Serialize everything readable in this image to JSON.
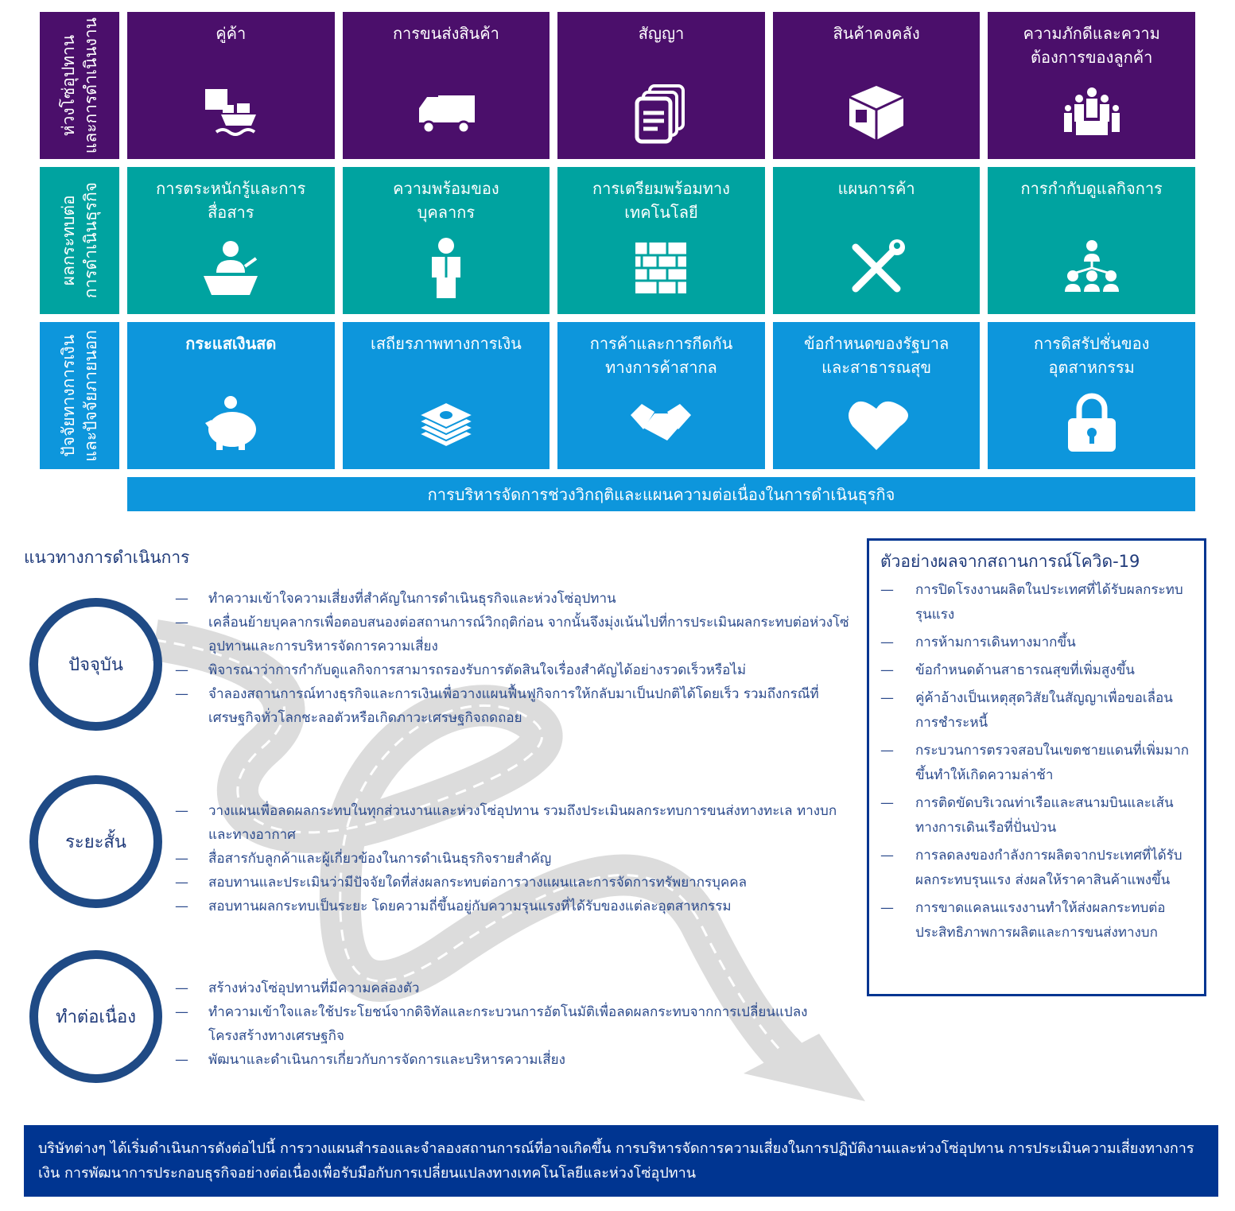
{
  "rows": [
    {
      "label": "ห่วงโซ่อุปทาน\nและการดำเนินงาน",
      "color": "#4b0f6b",
      "cells": [
        {
          "title": "คู่ค้า",
          "icon": "shipping-boxes-icon"
        },
        {
          "title": "การขนส่งสินค้า",
          "icon": "truck-icon"
        },
        {
          "title": "สัญญา",
          "icon": "documents-icon"
        },
        {
          "title": "สินค้าคงคลัง",
          "icon": "box-icon"
        },
        {
          "title": "ความภักดีและความ\nต้องการของลูกค้า",
          "icon": "people-group-icon"
        }
      ]
    },
    {
      "label": "ผลกระทบต่อ\nการดำเนินธุรกิจ",
      "color": "#00a3a0",
      "cells": [
        {
          "title": "การตระหนักรู้และการ\nสื่อสาร",
          "icon": "speaker-podium-icon"
        },
        {
          "title": "ความพร้อมของ\nบุคลากร",
          "icon": "businessman-icon"
        },
        {
          "title": "การเตรียมพร้อมทาง\nเทคโนโลยี",
          "icon": "firewall-icon"
        },
        {
          "title": "แผนการค้า",
          "icon": "tools-icon"
        },
        {
          "title": "การกำกับดูแลกิจการ",
          "icon": "org-chart-icon"
        }
      ]
    },
    {
      "label": "ปัจจัยทางการเงิน\nและปัจจัยภายนอก",
      "color": "#0d96dc",
      "cells": [
        {
          "title": "กระแสเงินสด",
          "icon": "piggy-bank-icon"
        },
        {
          "title": "เสถียรภาพทางการเงิน",
          "icon": "money-stack-icon"
        },
        {
          "title": "การค้าและการกีดกัน\nทางการค้าสากล",
          "icon": "handshake-icon"
        },
        {
          "title": "ข้อกำหนดของรัฐบาล\nและสาธารณสุข",
          "icon": "heart-icon"
        },
        {
          "title": "การดิสรัปชั่นของ\nอุตสาหกรรม",
          "icon": "lock-icon"
        }
      ]
    }
  ],
  "banner": "การบริหารจัดการช่วงวิกฤติและแผนความต่อเนื่องในการดำเนินธุรกิจ",
  "approach": {
    "title": "แนวทางการดำเนินการ",
    "dash": "—",
    "phases": [
      {
        "name": "ปัจจุบัน",
        "items": [
          "ทำความเข้าใจความเสี่ยงที่สำคัญในการดำเนินธุรกิจและห่วงโซ่อุปทาน",
          "เคลื่อนย้ายบุคลากรเพื่อตอบสนองต่อสถานการณ์วิกฤติก่อน จากนั้นจึงมุ่งเน้นไปที่การประเมินผลกระทบต่อห่วงโซ่อุปทานและการบริหารจัดการความเสี่ยง",
          "พิจารณาว่าการกำกับดูแลกิจการสามารถรองรับการตัดสินใจเรื่องสำคัญได้อย่างรวดเร็วหรือไม่",
          "จำลองสถานการณ์ทางธุรกิจและการเงินเพื่อวางแผนฟื้นฟูกิจการให้กลับมาเป็นปกติได้โดยเร็ว รวมถึงกรณีที่เศรษฐกิจทั่วโลกชะลอตัวหรือเกิดภาวะเศรษฐกิจถดถอย"
        ]
      },
      {
        "name": "ระยะสั้น",
        "items": [
          "วางแผนเพื่อลดผลกระทบในทุกส่วนงานและห่วงโซ่อุปทาน รวมถึงประเมินผลกระทบการขนส่งทางทะเล ทางบกและทางอากาศ",
          "สื่อสารกับลูกค้าและผู้เกี่ยวข้องในการดำเนินธุรกิจรายสำคัญ",
          "สอบทานและประเมินว่ามีปัจจัยใดที่ส่งผลกระทบต่อการวางแผนและการจัดการทรัพยากรบุคคล",
          "สอบทานผลกระทบเป็นระยะ โดยความถี่ขึ้นอยู่กับความรุนแรงที่ได้รับของแต่ละอุตสาหกรรม"
        ]
      },
      {
        "name": "ทำต่อเนื่อง",
        "items": [
          "สร้างห่วงโซ่อุปทานที่มีความคล่องตัว",
          "ทำความเข้าใจและใช้ประโยชน์จากดิจิทัลและกระบวนการอัตโนมัติเพื่อลดผลกระทบจากการเปลี่ยนแปลงโครงสร้างทางเศรษฐกิจ",
          "พัฒนาและดำเนินการเกี่ยวกับการจัดการและบริหารความเสี่ยง"
        ]
      }
    ]
  },
  "covid": {
    "title": "ตัวอย่างผลจากสถานการณ์โควิด-19",
    "items": [
      "การปิดโรงงานผลิตในประเทศที่ได้รับผลกระทบรุนแรง",
      "การห้ามการเดินทางมากขึ้น",
      "ข้อกำหนดด้านสาธารณสุขที่เพิ่มสูงขึ้น",
      "คู่ค้าอ้างเป็นเหตุสุดวิสัยในสัญญาเพื่อขอเลื่อนการชำระหนี้",
      "กระบวนการตรวจสอบในเขตชายแดนที่เพิ่มมากขึ้นทำให้เกิดความล่าช้า",
      "การติดขัดบริเวณท่าเรือและสนามบินและเส้นทางการเดินเรือที่ปั่นป่วน",
      "การลดลงของกำลังการผลิตจากประเทศที่ได้รับผลกระทบรุนแรง ส่งผลให้ราคาสินค้าแพงขึ้น",
      "การขาดแคลนแรงงานทำให้ส่งผลกระทบต่อประสิทธิภาพการผลิตและการขนส่งทางบก"
    ]
  },
  "footer": "บริษัทต่างๆ ได้เริ่มดำเนินการดังต่อไปนี้ การวางแผนสำรองและจำลองสถานการณ์ที่อาจเกิดขึ้น การบริหารจัดการความเสี่ยงในการปฏิบัติงานและห่วงโซ่อุปทาน การประเมินความเสี่ยงทางการเงิน การพัฒนาการประกอบธุรกิจอย่างต่อเนื่องเพื่อรับมือกับการเปลี่ยนแปลงทางเทคโนโลยีและห่วงโซ่อุปทาน"
}
